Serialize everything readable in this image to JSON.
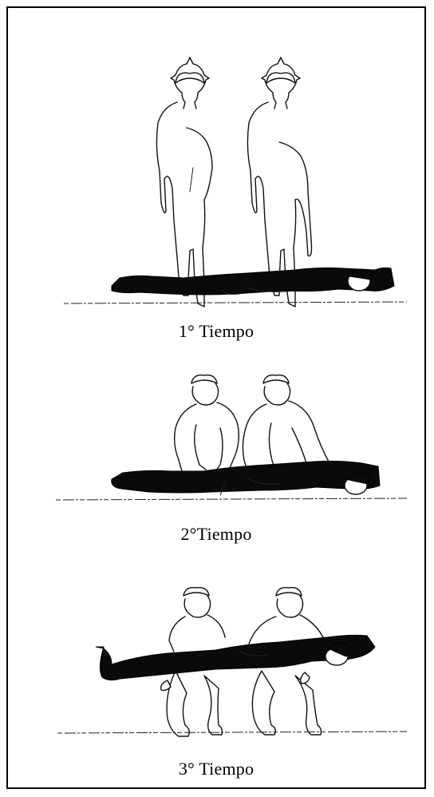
{
  "steps": [
    {
      "caption": "1° Tiempo"
    },
    {
      "caption": "2°Tiempo"
    },
    {
      "caption": "3° Tiempo"
    }
  ]
}
